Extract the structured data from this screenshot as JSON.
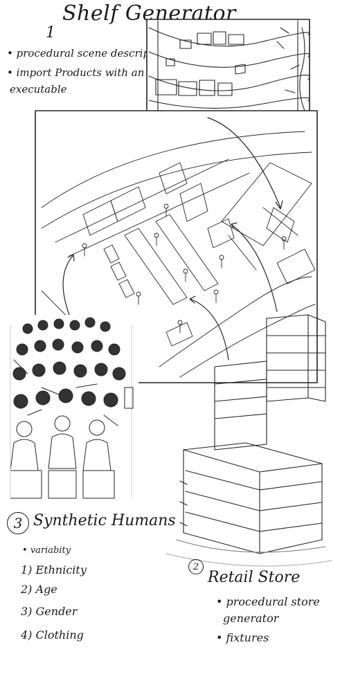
{
  "section1": {
    "number": "1",
    "title": "Shelf Generator",
    "bullets": [
      "procedural scene descriptor",
      "import Products with an",
      "executable"
    ]
  },
  "section2": {
    "number": "2",
    "title": "Retail Store",
    "bullets": [
      "procedural store",
      "generator",
      "fixtures"
    ]
  },
  "section3": {
    "number": "3",
    "title": "Synthetic Humans",
    "bullets": [
      "variabity",
      "1) Ethnicity",
      "2) Age",
      "3) Gender",
      "4) Clothing"
    ]
  }
}
